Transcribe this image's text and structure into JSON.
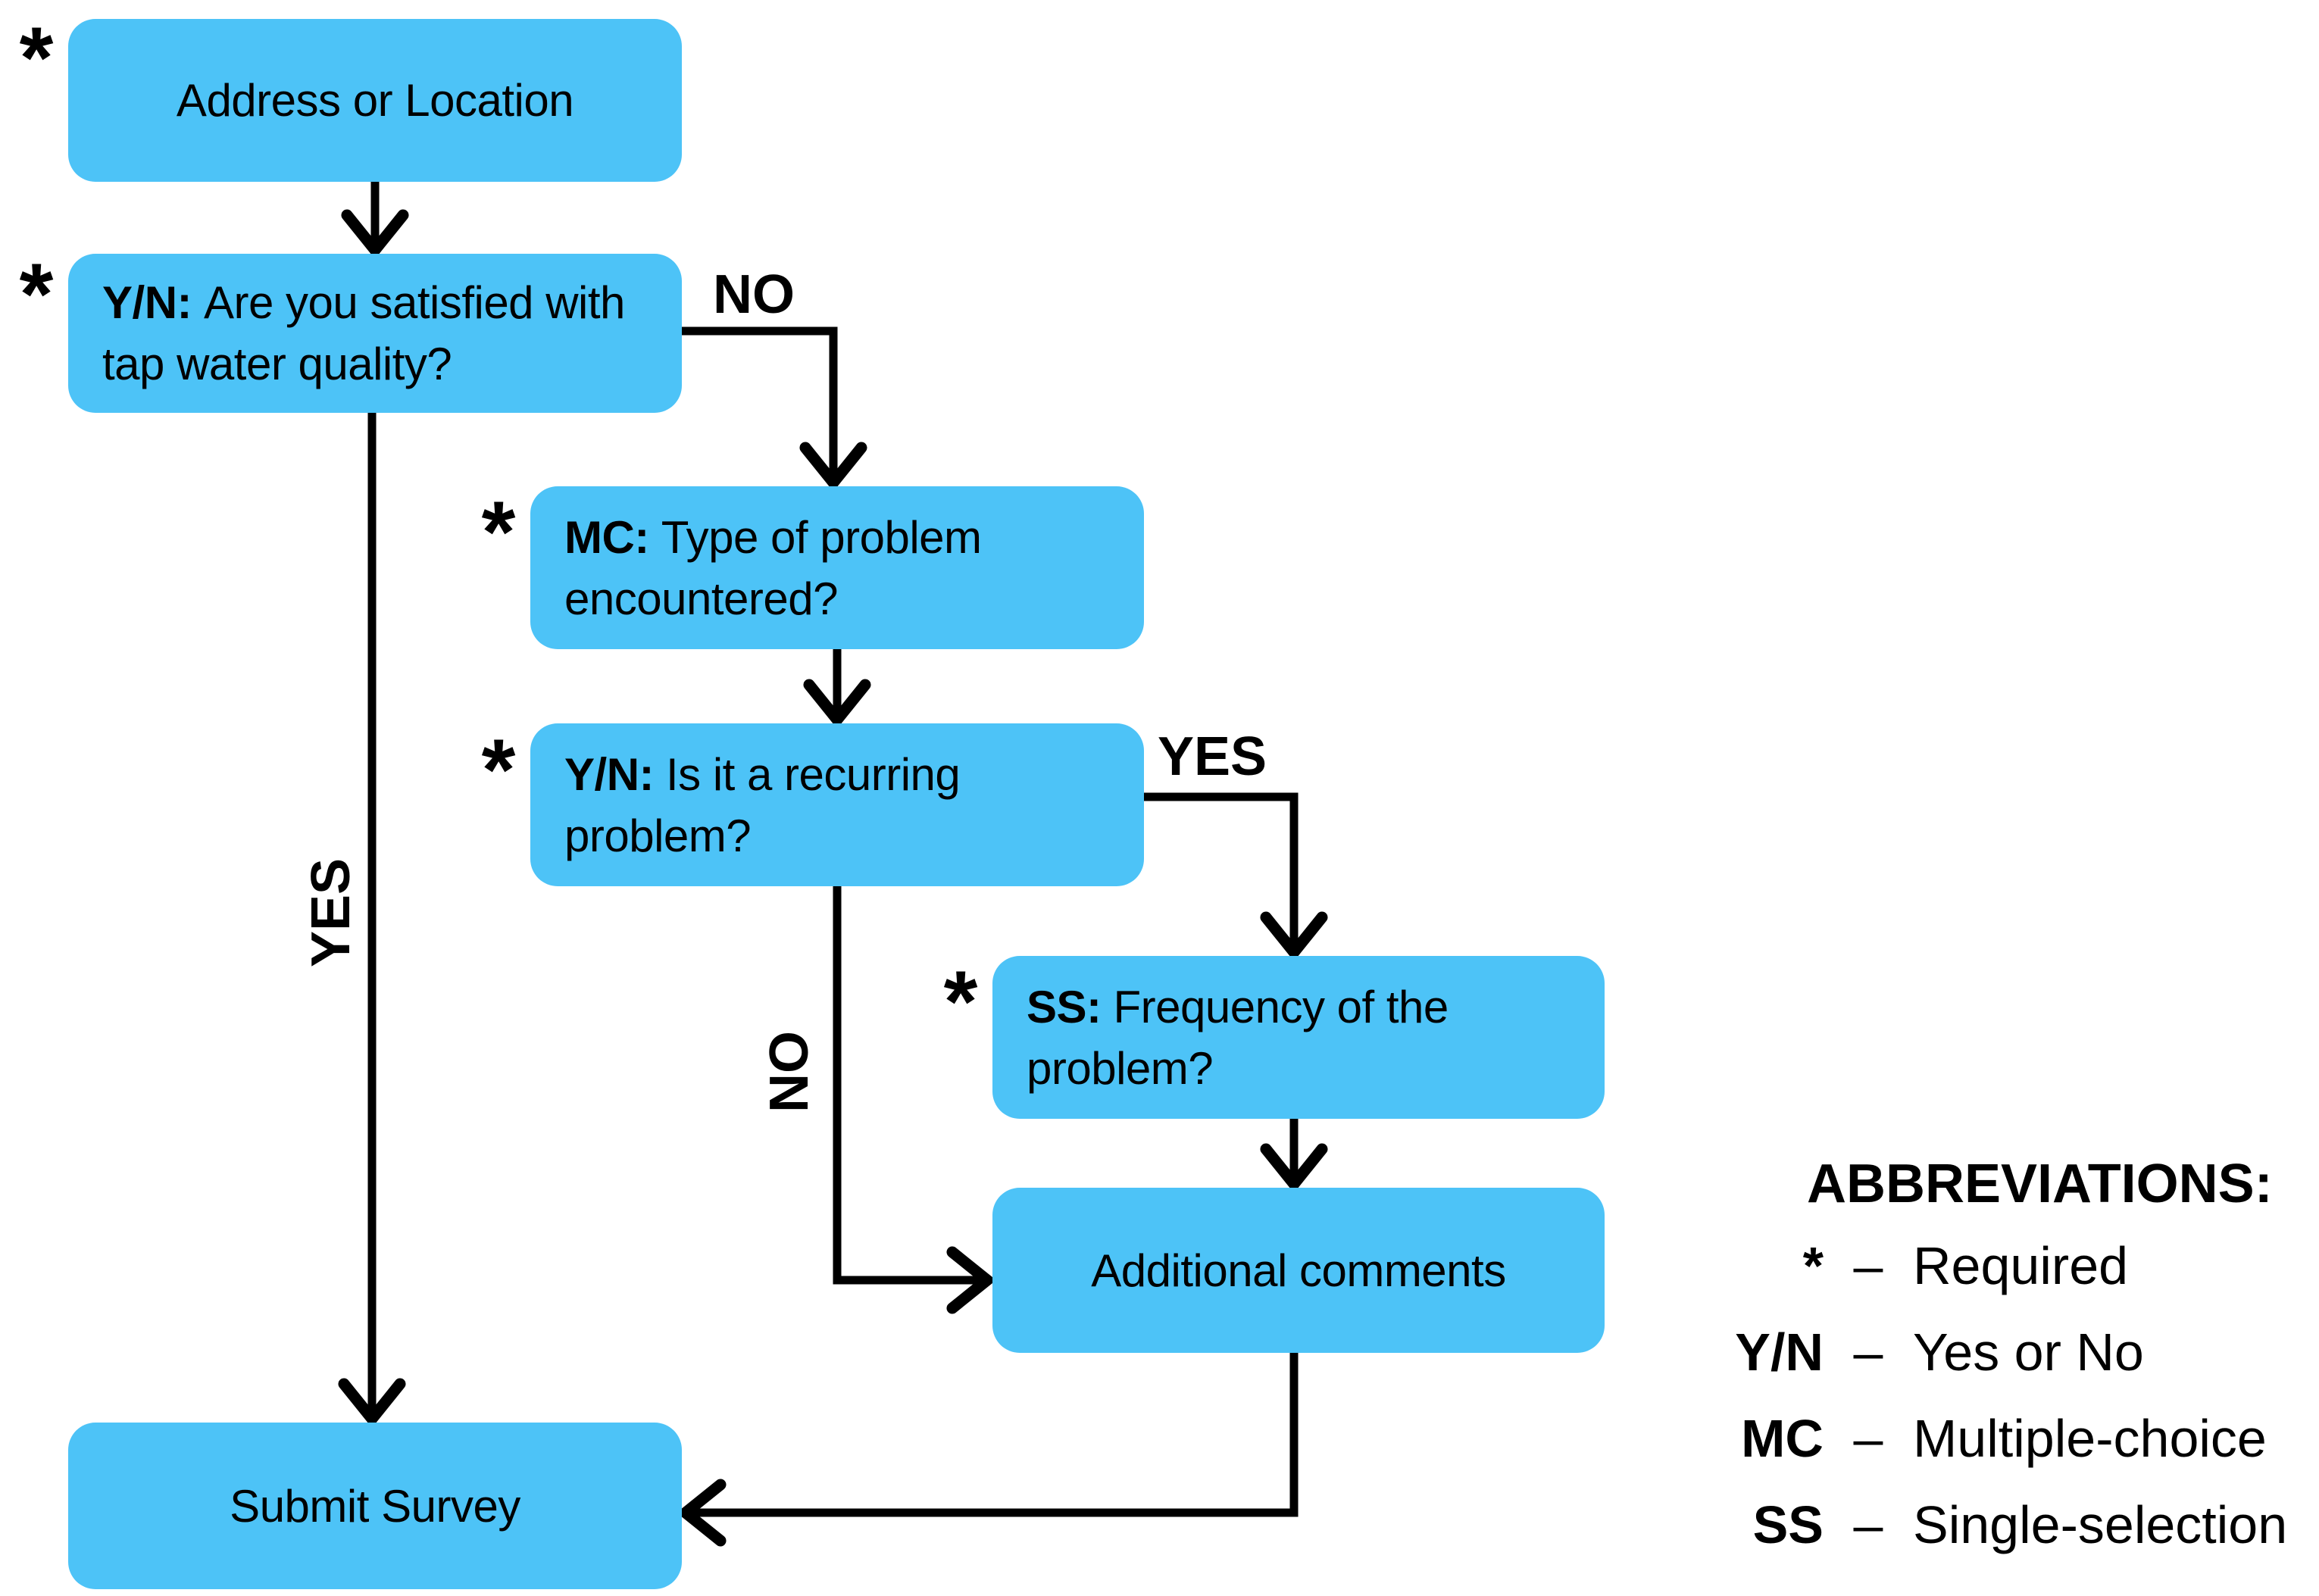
{
  "flowchart": {
    "required_marker": "*",
    "nodes": [
      {
        "id": "address",
        "prefix": "",
        "label": "Address or Location"
      },
      {
        "id": "satisfied",
        "prefix": "Y/N:",
        "label": "Are you satisfied with tap water quality?"
      },
      {
        "id": "problem-type",
        "prefix": "MC:",
        "label": "Type of problem encountered?"
      },
      {
        "id": "recurring",
        "prefix": "Y/N:",
        "label": "Is it a recurring problem?"
      },
      {
        "id": "frequency",
        "prefix": "SS:",
        "label": "Frequency of the problem?"
      },
      {
        "id": "comments",
        "prefix": "",
        "label": "Additional comments"
      },
      {
        "id": "submit",
        "prefix": "",
        "label": "Submit Survey"
      }
    ],
    "edge_labels": {
      "no_top": "NO",
      "yes_right": "YES",
      "yes_vertical": "YES",
      "no_vertical": "NO"
    }
  },
  "legend": {
    "title": "ABBREVIATIONS:",
    "dash": "–",
    "items": [
      {
        "key": "*",
        "value": "Required"
      },
      {
        "key": "Y/N",
        "value": "Yes or No"
      },
      {
        "key": "MC",
        "value": "Multiple-choice"
      },
      {
        "key": "SS",
        "value": "Single-selection"
      }
    ]
  },
  "colors": {
    "node_fill": "#4DC3F7",
    "line": "#000000",
    "background": "#FFFFFF",
    "text": "#000000"
  }
}
